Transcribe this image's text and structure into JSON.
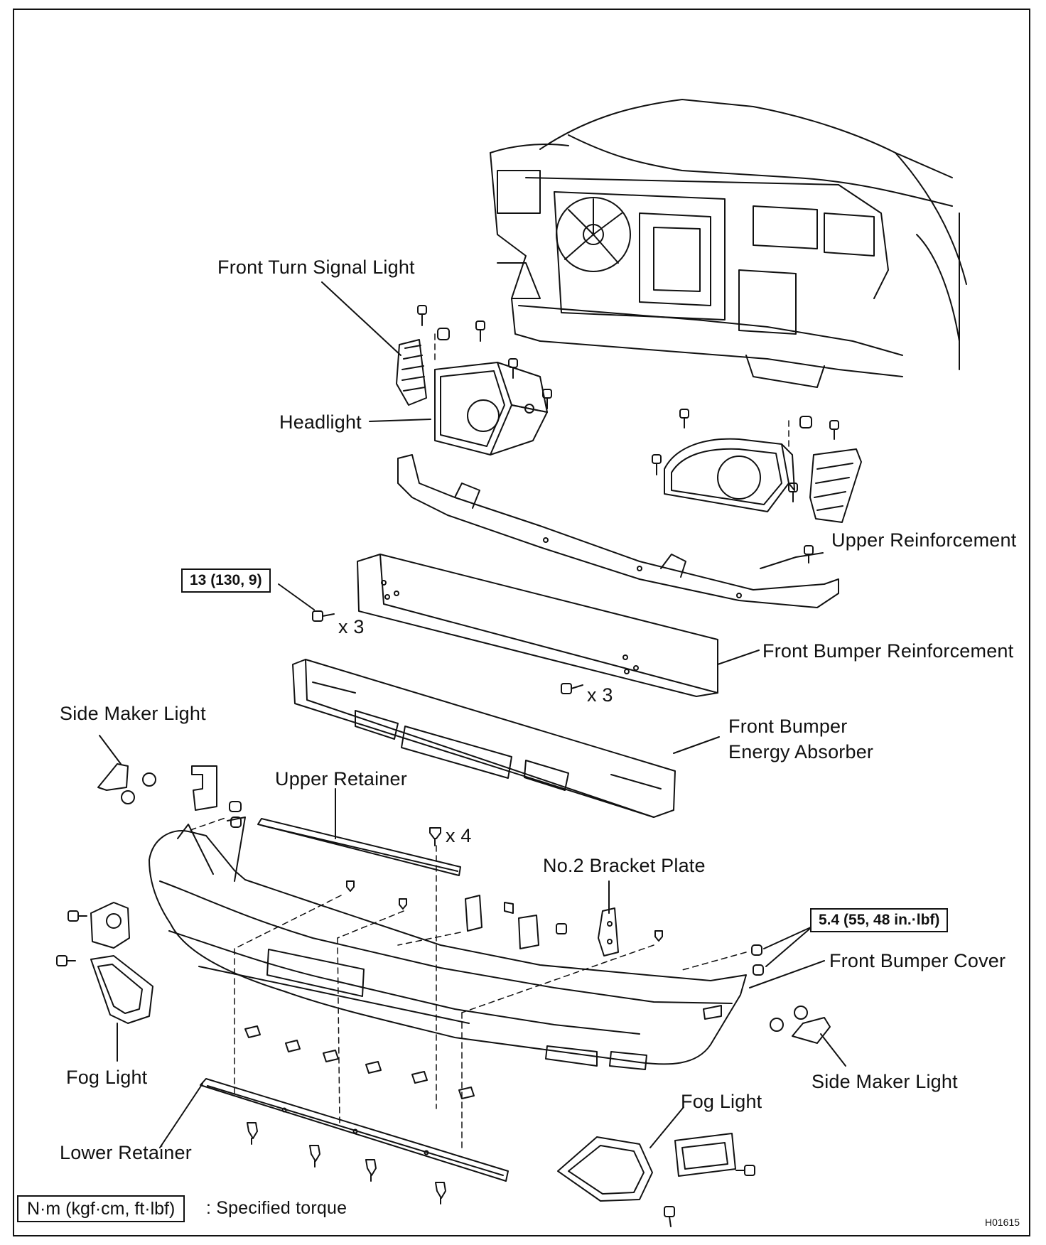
{
  "diagram": {
    "labels": {
      "front_turn_signal_light": "Front Turn Signal Light",
      "headlight": "Headlight",
      "upper_reinforcement": "Upper Reinforcement",
      "front_bumper_reinforcement": "Front Bumper Reinforcement",
      "front_bumper_energy_absorber_line1": "Front Bumper",
      "front_bumper_energy_absorber_line2": "Energy Absorber",
      "side_maker_light_left": "Side Maker Light",
      "upper_retainer": "Upper Retainer",
      "no2_bracket_plate": "No.2 Bracket Plate",
      "front_bumper_cover": "Front Bumper Cover",
      "fog_light_left": "Fog Light",
      "side_maker_light_right": "Side Maker Light",
      "fog_light_right": "Fog Light",
      "lower_retainer": "Lower Retainer"
    },
    "quantities": {
      "bolts_left": "x 3",
      "bolts_right": "x 3",
      "clips_upper": "x 4"
    },
    "torques": {
      "bumper_reinforcement_bolts": "13 (130, 9)",
      "bumper_cover_nuts": "5.4 (55, 48 in.·lbf)"
    },
    "legend": {
      "unit_box": "N·m (kgf·cm, ft·lbf)",
      "description": ": Specified torque"
    },
    "figure_code": "H01615"
  }
}
